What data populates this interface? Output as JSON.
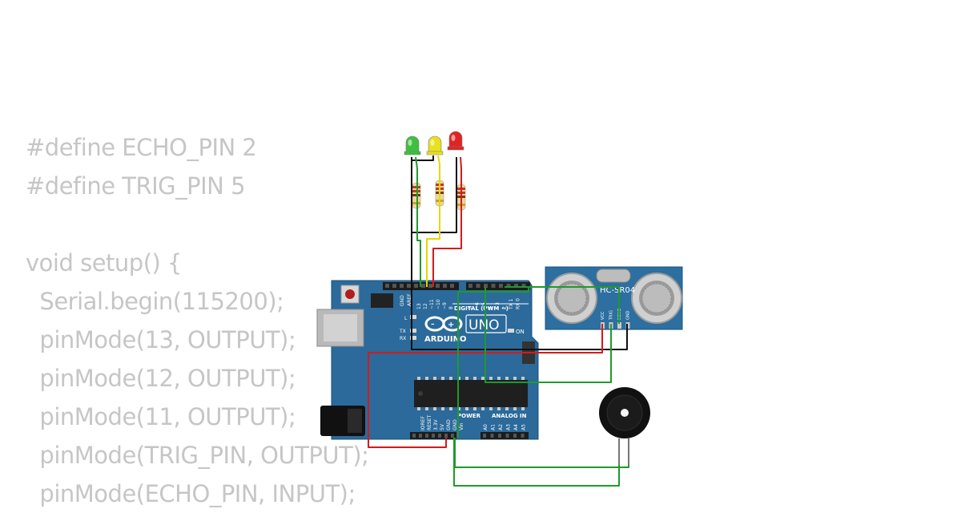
{
  "code": {
    "lines": [
      "#define ECHO_PIN 2",
      "#define TRIG_PIN 5",
      "",
      "void setup() {",
      "  Serial.begin(115200);",
      "  pinMode(13, OUTPUT);",
      "  pinMode(12, OUTPUT);",
      "  pinMode(11, OUTPUT);",
      "  pinMode(TRIG_PIN, OUTPUT);",
      "  pinMode(ECHO_PIN, INPUT);"
    ]
  },
  "board": {
    "digital_label": "DIGITAL (PWM ~)",
    "brand": "ARDUINO",
    "model": "UNO",
    "on_label": "ON",
    "power_label": "POWER",
    "analog_label": "ANALOG IN",
    "aref": "AREF",
    "gnd": "GND",
    "led_l": "L",
    "led_tx": "TX",
    "led_rx": "RX",
    "top_pins": [
      "13",
      "12",
      "~11",
      "~10",
      "~9",
      "8",
      "7",
      "~6",
      "~5",
      "4",
      "~3",
      "2",
      "TX 1",
      "RX 0"
    ],
    "power_pins": [
      "IOREF",
      "RESET",
      "3.3V",
      "5V",
      "GND",
      "GND",
      "Vin"
    ],
    "analog_pins": [
      "A0",
      "A1",
      "A2",
      "A3",
      "A4",
      "A5"
    ]
  },
  "sensor": {
    "model": "HC-SR04",
    "pins": [
      "VCC",
      "TRIG",
      "ECHO",
      "GND"
    ]
  },
  "leds": [
    {
      "color": "green",
      "hex": "#3fbf3f"
    },
    {
      "color": "yellow",
      "hex": "#e8e020"
    },
    {
      "color": "red",
      "hex": "#e02424"
    }
  ],
  "wire_colors": {
    "black": "#111111",
    "green": "#1f9a2b",
    "yellow": "#e6d800",
    "red": "#d51a1a"
  }
}
